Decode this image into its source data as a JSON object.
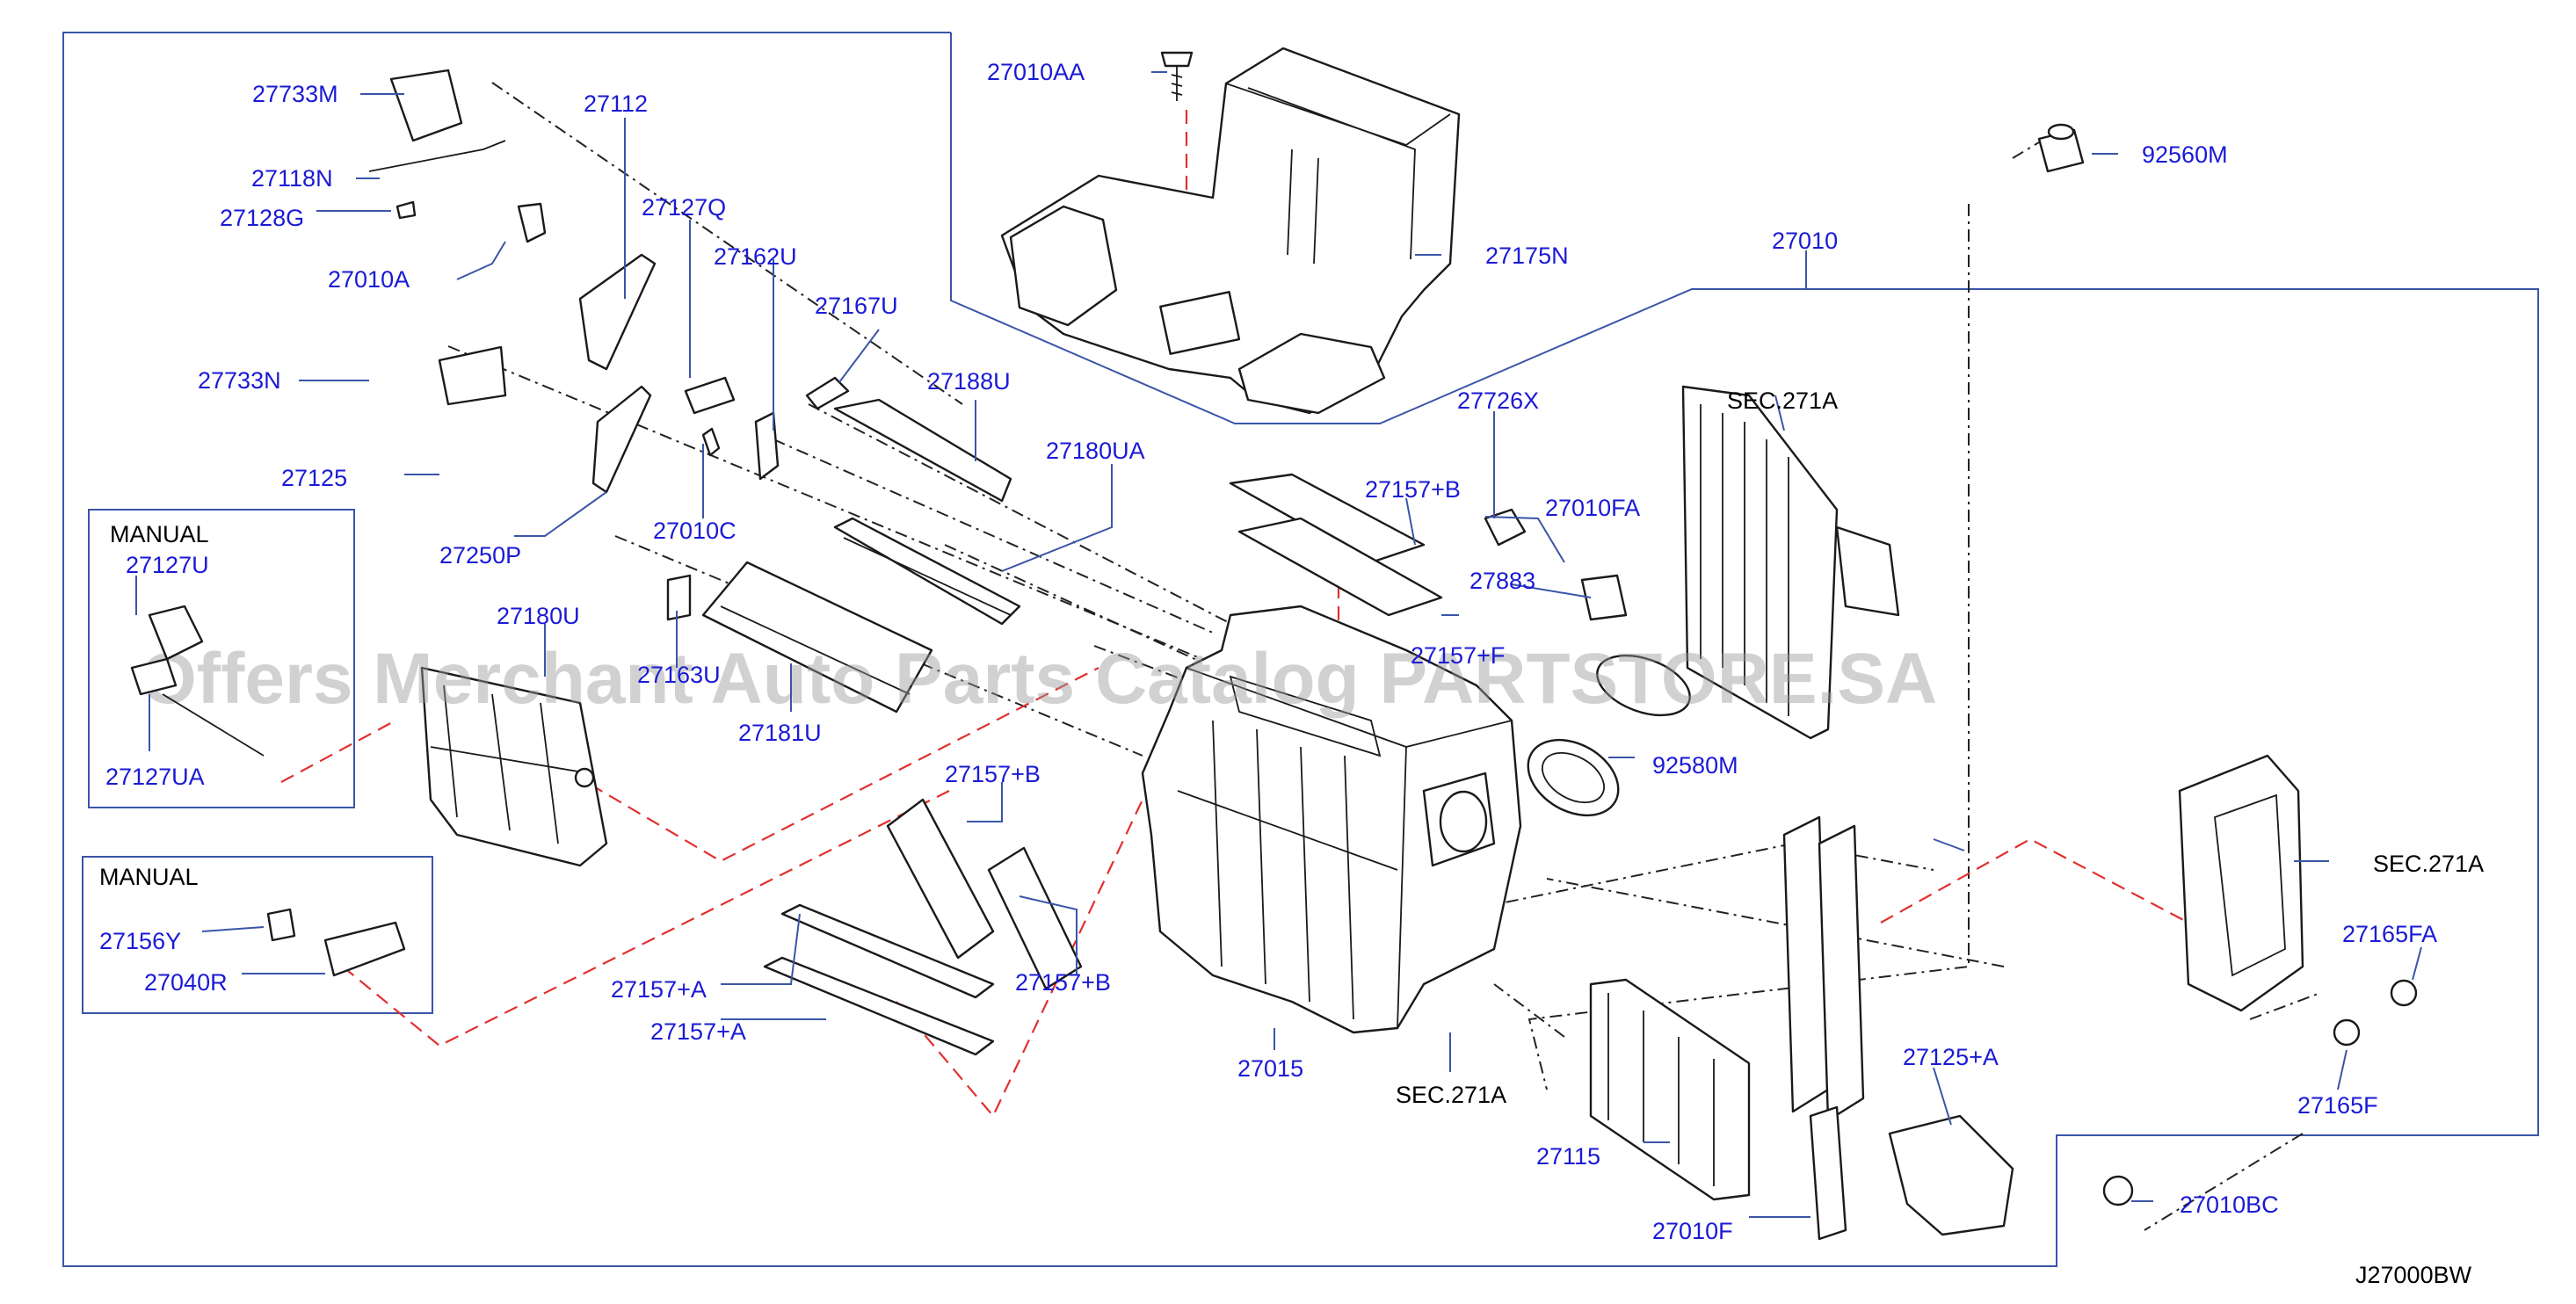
{
  "diagram_code": "J27000BW",
  "watermark": "Offers Merchant Auto Parts Catalog PARTSTORE.SA",
  "insets": [
    {
      "title": "MANUAL",
      "labels": [
        "27127U",
        "27127UA"
      ]
    },
    {
      "title": "MANUAL",
      "labels": [
        "27156Y",
        "27040R"
      ]
    }
  ],
  "labels": {
    "p27733M": "27733M",
    "p27118N": "27118N",
    "p27128G": "27128G",
    "p27010A": "27010A",
    "p27733N": "27733N",
    "p27125": "27125",
    "p27112": "27112",
    "p27127Q": "27127Q",
    "p27162U": "27162U",
    "p27167U": "27167U",
    "p27188U": "27188U",
    "p27180UA": "27180UA",
    "p27250P": "27250P",
    "p27010C": "27010C",
    "p27180U": "27180U",
    "p27163U": "27163U",
    "p27181U": "27181U",
    "p27010AA": "27010AA",
    "p27175N": "27175N",
    "p92560M": "92560M",
    "p27010": "27010",
    "p27726X": "27726X",
    "p27157B_1": "27157+B",
    "p27010FA": "27010FA",
    "p27883": "27883",
    "p27157F": "27157+F",
    "p92580M": "92580M",
    "p27157B_2": "27157+B",
    "p27157A_1": "27157+A",
    "p27157B_3": "27157+B",
    "p27157A_2": "27157+A",
    "p27015": "27015",
    "p27115": "27115",
    "p27125A": "27125+A",
    "p27010F": "27010F",
    "p27165FA": "27165FA",
    "p27165F": "27165F",
    "p27010BC": "27010BC",
    "sec271a_1": "SEC.271A",
    "sec271a_2": "SEC.271A",
    "sec271a_3": "SEC.271A"
  }
}
